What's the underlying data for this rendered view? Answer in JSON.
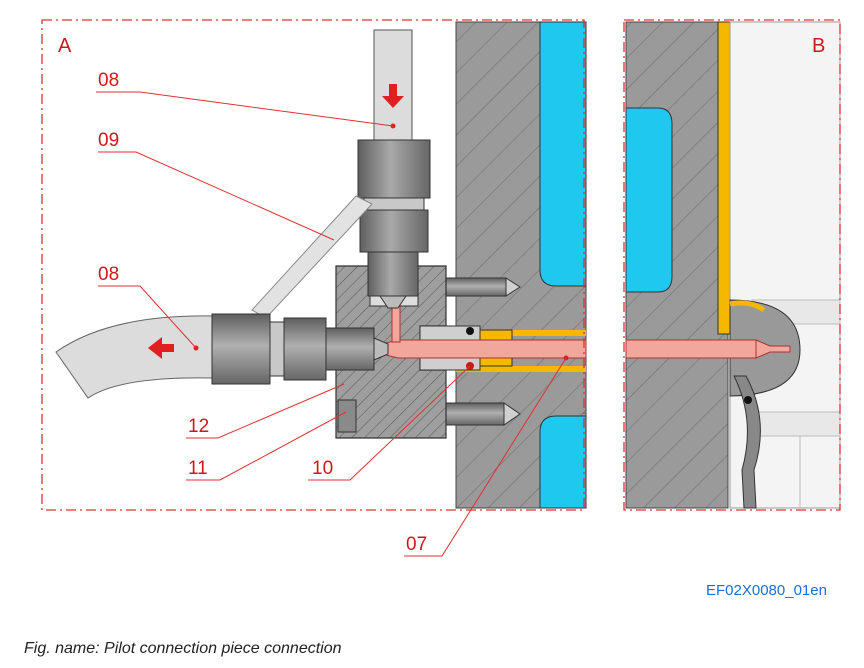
{
  "panels": {
    "a": "A",
    "b": "B"
  },
  "callouts": {
    "top_08": "08",
    "label_09": "09",
    "left_08": "08",
    "label_12": "12",
    "label_11": "11",
    "label_10": "10",
    "label_07": "07"
  },
  "document_id": "EF02X0080_01en",
  "caption": "Fig. name: Pilot connection piece connection",
  "colors": {
    "frame": "#e03030",
    "wall": "#9a9a9a",
    "coolant": "#1ec8ef",
    "gasket": "#f5b800",
    "bore": "#f2a79c",
    "fitting": "#8c8c8c",
    "tube": "#dcdcdc",
    "arrow": "#e02020"
  }
}
